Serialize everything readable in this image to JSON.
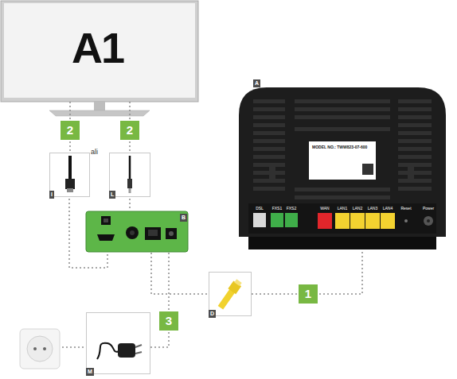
{
  "diagram": {
    "nodes": [
      {
        "text": [
          "A1"
        ]
      },
      {
        "text": [
          "I"
        ]
      },
      {
        "text": [
          "L"
        ]
      },
      {
        "text": [
          "B"
        ]
      },
      {
        "text": [
          "A"
        ]
      },
      {
        "text": [
          "D"
        ]
      },
      {
        "text": [
          "M"
        ]
      }
    ],
    "edges": [
      {
        "from": 0,
        "to": 1,
        "arrow": "none",
        "label": "2"
      },
      {
        "from": 0,
        "to": 2,
        "arrow": "none",
        "label": "2"
      },
      {
        "from": 1,
        "to": 3,
        "arrow": "none"
      },
      {
        "from": 2,
        "to": 3,
        "arrow": "none"
      },
      {
        "from": 3,
        "to": 5,
        "arrow": "none"
      },
      {
        "from": 5,
        "to": 4,
        "arrow": "none",
        "label": "1"
      },
      {
        "from": 3,
        "to": 6,
        "arrow": "none",
        "label": "3"
      }
    ],
    "labels": [
      "ali",
      "MODEL NO.: TWW823-07-600",
      "DSL",
      "FXS1",
      "FXS2",
      "WAN",
      "LAN1",
      "LAN2",
      "LAN3",
      "LAN4",
      "Reset",
      "Power"
    ]
  }
}
